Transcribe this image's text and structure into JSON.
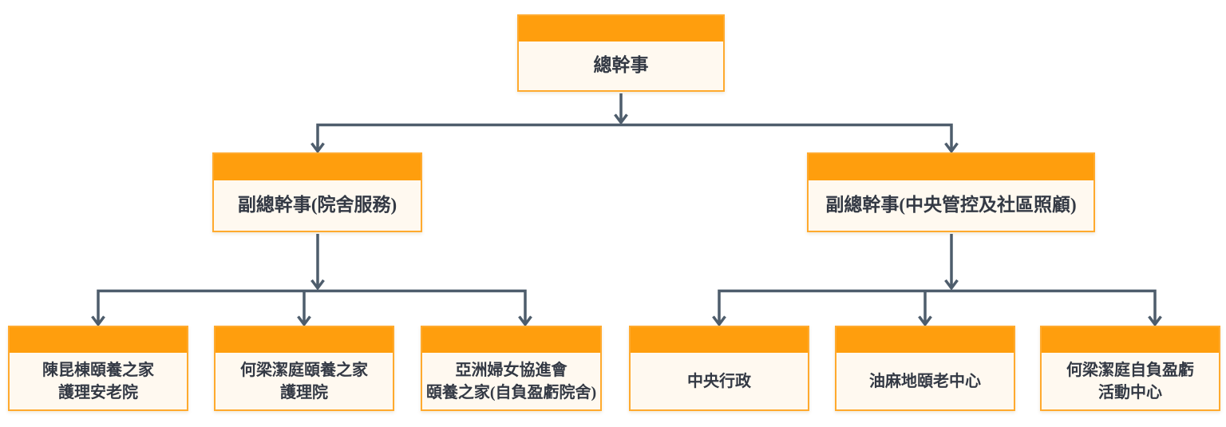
{
  "diagram_type": "org-chart",
  "colors": {
    "node_header": "#FF9E0D",
    "node_body": "#FFF9F0",
    "node_border": "#FFAA2E",
    "connector": "#4E5D6C",
    "label_text": "#333944",
    "background": "#FFFFFF"
  },
  "nodes": {
    "root": {
      "label": "總幹事",
      "level": 1
    },
    "deputy_residential": {
      "label": "副總幹事(院舍服務)",
      "level": 2,
      "reports_to": "總幹事"
    },
    "deputy_central": {
      "label": "副總幹事(中央管控及社區照顧)",
      "level": 2,
      "reports_to": "總幹事"
    },
    "home_chan_kwan_tung": {
      "label": "陳昆棟頤養之家\n護理安老院",
      "level": 3,
      "reports_to": "副總幹事(院舍服務)"
    },
    "home_ho_leung_kit_ting": {
      "label": "何梁潔庭頤養之家\n護理院",
      "level": 3,
      "reports_to": "副總幹事(院舍服務)"
    },
    "home_asian_women": {
      "label": "亞洲婦女協進會\n頤養之家(自負盈虧院舍)",
      "level": 3,
      "reports_to": "副總幹事(院舍服務)"
    },
    "central_admin": {
      "label": "中央行政",
      "level": 3,
      "reports_to": "副總幹事(中央管控及社區照顧)"
    },
    "yau_ma_tei_centre": {
      "label": "油麻地頤老中心",
      "level": 3,
      "reports_to": "副總幹事(中央管控及社區照顧)"
    },
    "activity_centre": {
      "label": "何梁潔庭自負盈虧\n活動中心",
      "level": 3,
      "reports_to": "副總幹事(中央管控及社區照顧)"
    }
  }
}
